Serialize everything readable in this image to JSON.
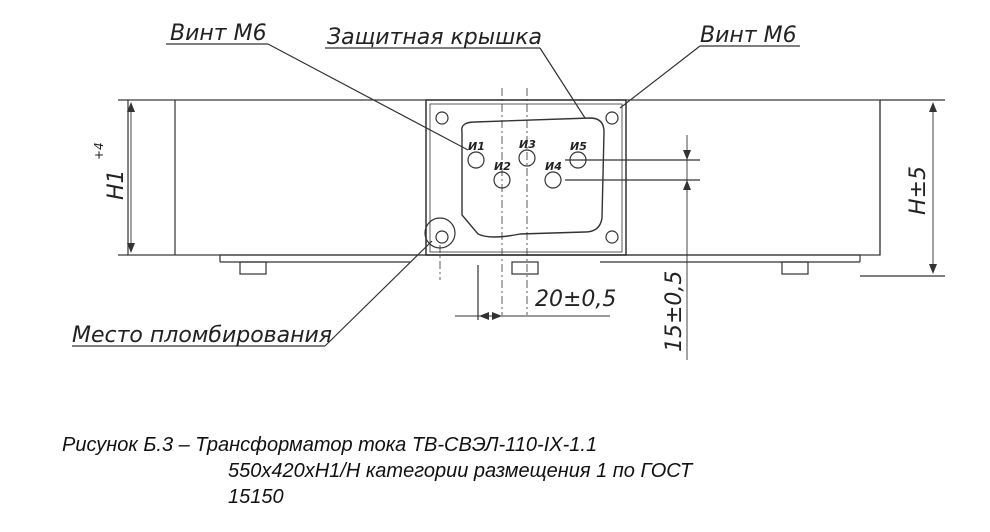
{
  "drawing": {
    "callouts": {
      "screw_left": "Винт М6",
      "cover": "Защитная крышка",
      "screw_right": "Винт М6",
      "seal": "Место пломбирования"
    },
    "terminals": [
      "И1",
      "И2",
      "И3",
      "И4",
      "И5"
    ],
    "dimensions": {
      "height_left": "H1",
      "height_left_tol": "+4",
      "height_right": "H±5",
      "spacing": "20±0,5",
      "offset": "15±0,5"
    }
  },
  "caption": {
    "line1": "Рисунок Б.3 – Трансформатор тока ТВ-СВЭЛ-110-IX-1.1",
    "line2": "550х420хН1/Н категории размещения 1 по ГОСТ",
    "line3": "15150"
  }
}
